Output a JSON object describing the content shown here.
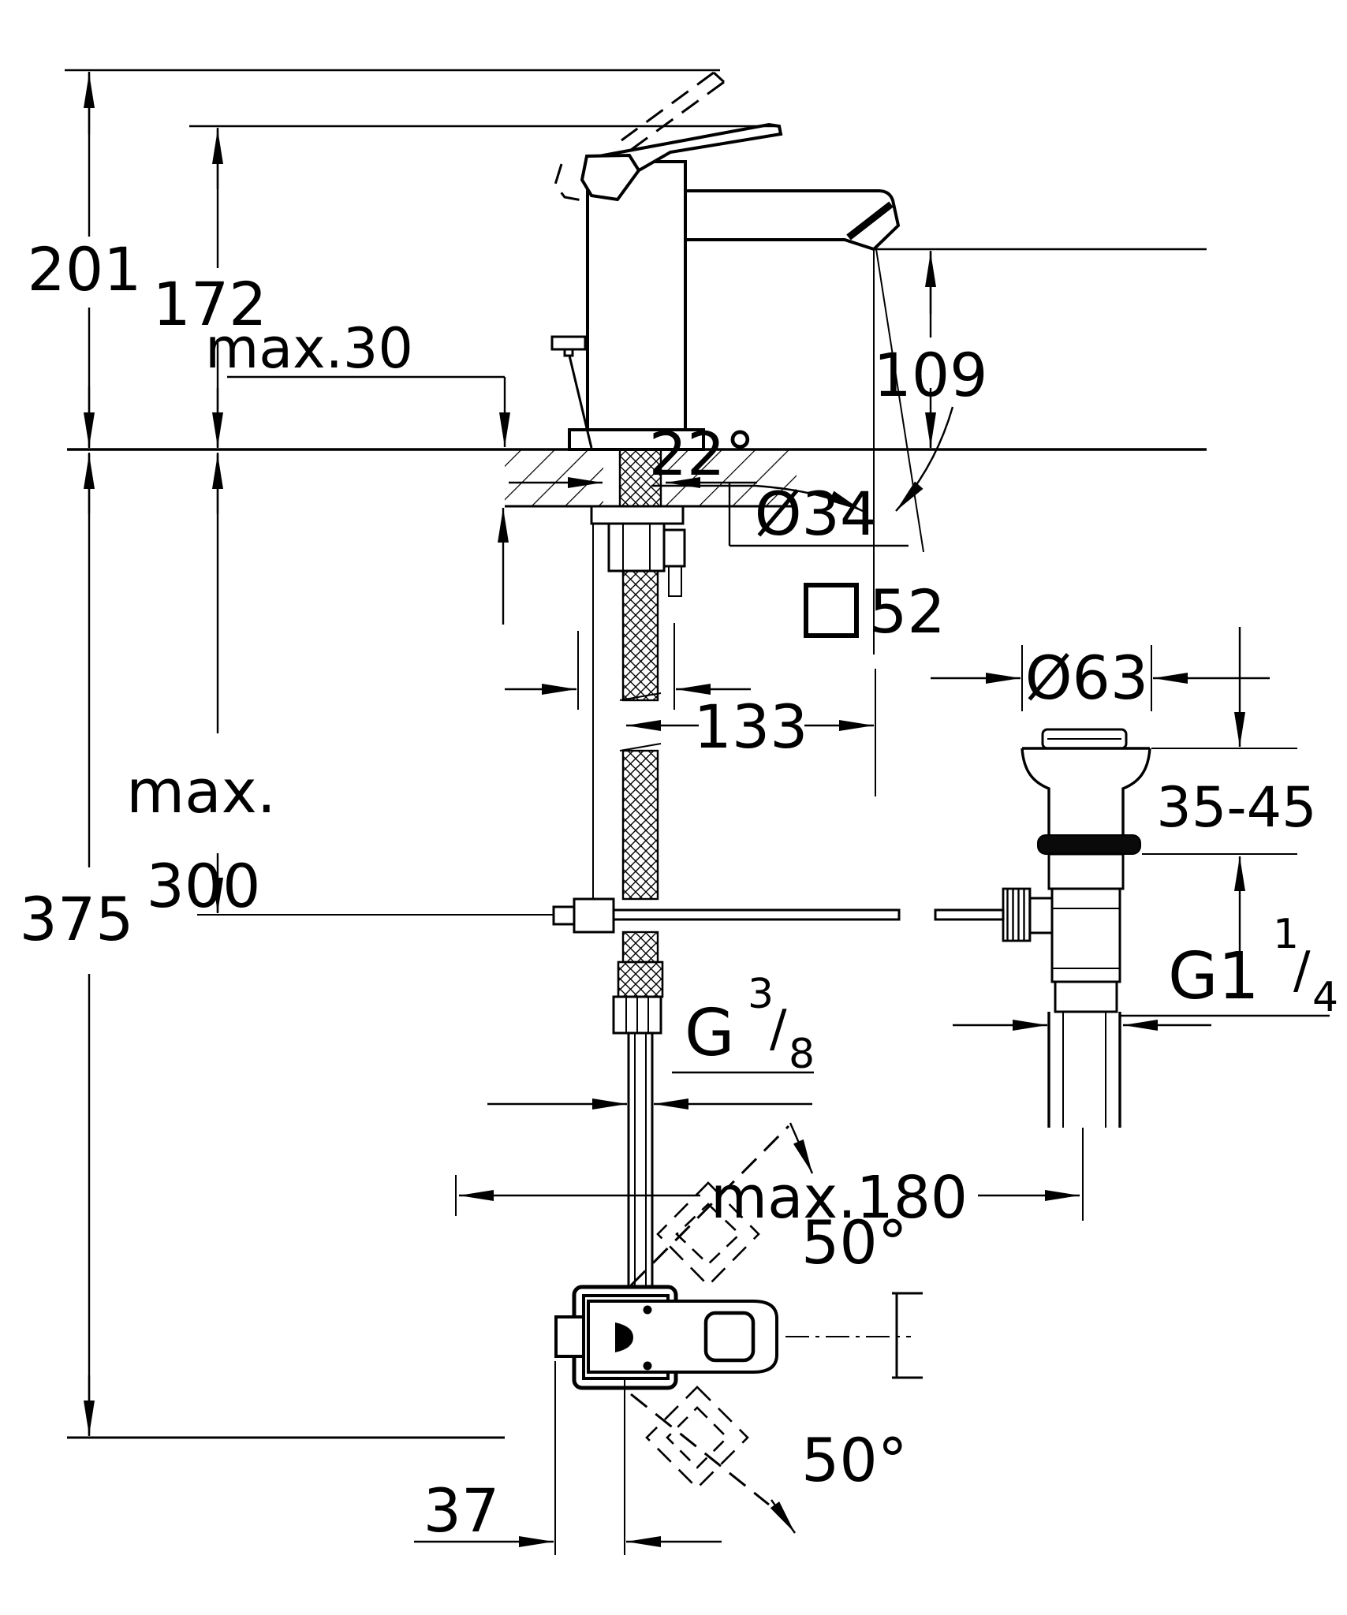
{
  "labels": {
    "dim_201": "201",
    "dim_172": "172",
    "dim_max30": "max.30",
    "dim_22deg": "22°",
    "dim_109": "109",
    "dim_o34": "Ø34",
    "dim_52": "52",
    "dim_133": "133",
    "dim_max": "max.",
    "dim_300": "300",
    "dim_375": "375",
    "dim_o63": "Ø63",
    "dim_35_45": "35-45",
    "g38_base": "G",
    "g38_num": "3",
    "g38_slash": "/",
    "g38_den": "8",
    "g114_base": "G1",
    "g114_num": "1",
    "g114_slash": "/",
    "g114_den": "4",
    "dim_max180": "max.180",
    "dim_50_top": "50°",
    "dim_50_bottom": "50°",
    "dim_37": "37"
  },
  "colors": {
    "line": "#000000",
    "background": "#ffffff"
  }
}
